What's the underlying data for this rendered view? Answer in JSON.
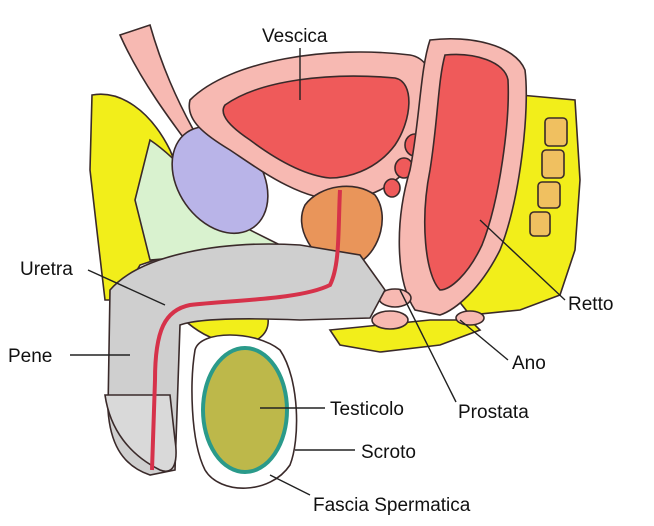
{
  "labels": {
    "vescica": "Vescica",
    "uretra": "Uretra",
    "pene": "Pene",
    "retto": "Retto",
    "ano": "Ano",
    "testicolo": "Testicolo",
    "prostata": "Prostata",
    "scroto": "Scroto",
    "fascia_spermatica": "Fascia Spermatica"
  },
  "colors": {
    "fat": "#f2ee1a",
    "tissue_pink": "#f7b9b2",
    "organ_red": "#ef5a5a",
    "penis_grey": "#cfcfcf",
    "pubic_bone": "#b9b4e8",
    "testis": "#bdb84a",
    "testis_outline": "#2a9a8a",
    "prostate": "#e9955a",
    "vertebra": "#f0c060",
    "green_tissue": "#d9f2cf"
  }
}
